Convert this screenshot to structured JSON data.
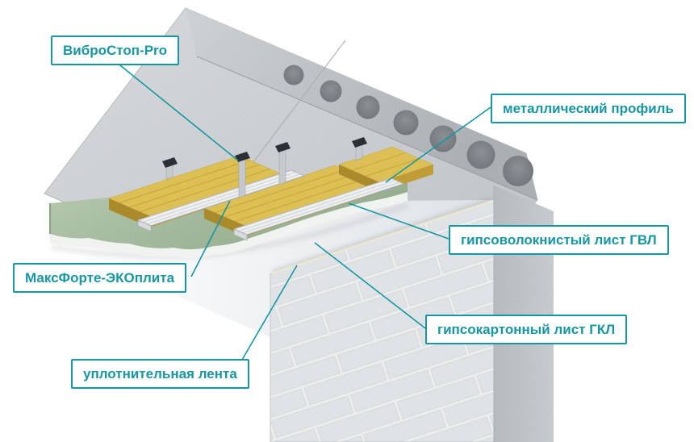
{
  "figure": {
    "callouts": [
      {
        "id": "vibrostop",
        "label": "ВиброСтоп-Pro"
      },
      {
        "id": "metal-profile",
        "label": "металлический профиль"
      },
      {
        "id": "gvl",
        "label": "гипсоволокнистый лист ГВЛ"
      },
      {
        "id": "maxforte",
        "label": "МаксФорте-ЭКОплита"
      },
      {
        "id": "gkl",
        "label": "гипсокартонный лист ГКЛ"
      },
      {
        "id": "tape",
        "label": "уплотнительная лента"
      }
    ],
    "colors": {
      "accent": "#1796a4",
      "mineral_wool": "#dcbf55",
      "gvl_green": "#a5bc9f",
      "concrete": "#d5d8da",
      "wall_block": "#e6e8ea",
      "hollow_core": "#7b8084",
      "ceiling_white": "#ffffff"
    }
  }
}
